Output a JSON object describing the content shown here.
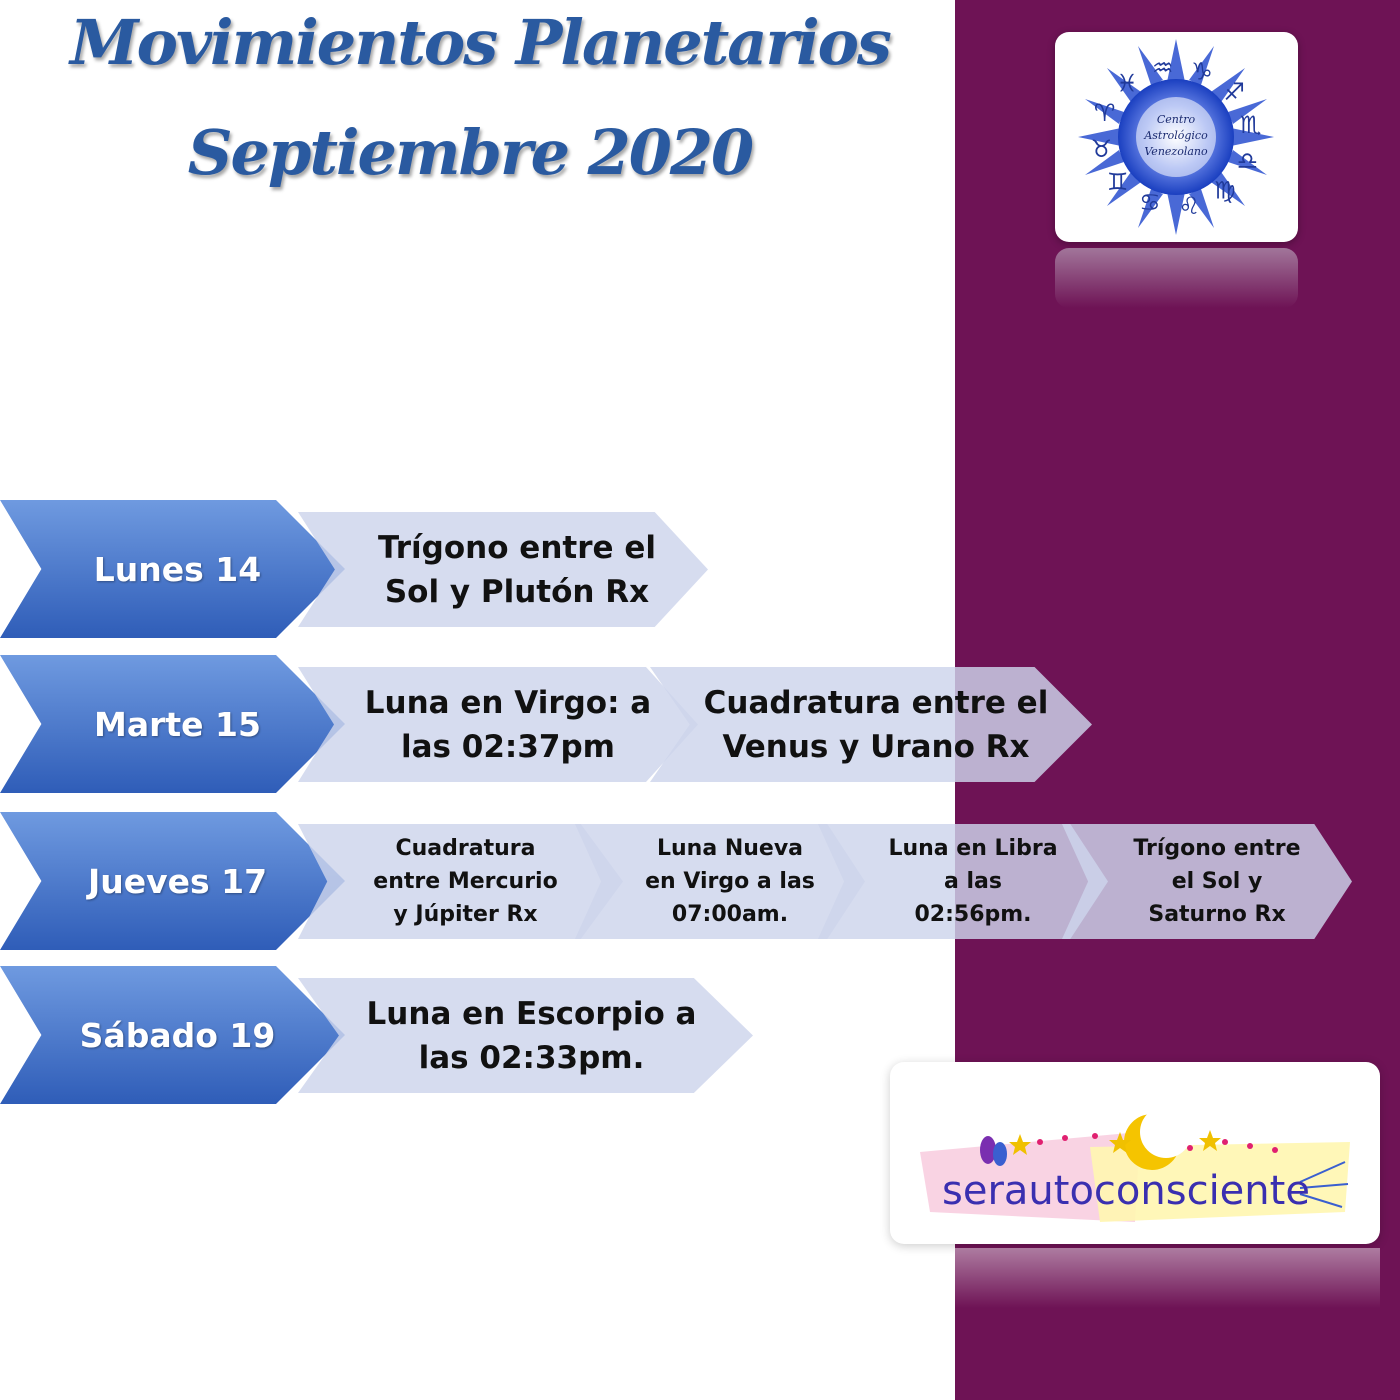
{
  "title": {
    "line1": "Movimientos Planetarios",
    "line2": "Septiembre 2020"
  },
  "colors": {
    "panel": "#6e1355",
    "day_chevron": "#2f5db8",
    "event_chevron": "#cdd4ec",
    "title": "#2a5aa0"
  },
  "logo": {
    "text_line1": "Centro",
    "text_line2": "Astrológico",
    "text_line3": "Venezolano",
    "zodiac_glyphs": [
      "♒",
      "♑",
      "♐",
      "♏",
      "♎",
      "♍",
      "♌",
      "♋",
      "♊",
      "♉",
      "♈",
      "♓"
    ]
  },
  "brand": {
    "text": "serautoconsciente",
    "icons": [
      "butterfly-icon",
      "moon-icon",
      "star-icon"
    ]
  },
  "schedule": [
    {
      "day": "Lunes  14",
      "events": [
        {
          "line1": "Trígono entre el",
          "line2": "Sol y Plutón Rx"
        }
      ]
    },
    {
      "day": "Marte 15",
      "events": [
        {
          "line1": "Luna en Virgo: a",
          "line2": "las 02:37pm"
        },
        {
          "line1": "Cuadratura entre el",
          "line2": "Venus y Urano Rx"
        }
      ]
    },
    {
      "day": "Jueves 17",
      "events": [
        {
          "line1": "Cuadratura",
          "line2": "entre Mercurio",
          "line3": "y Júpiter Rx"
        },
        {
          "line1": "Luna Nueva",
          "line2": "en Virgo a las",
          "line3": "07:00am."
        },
        {
          "line1": "Luna en Libra",
          "line2": "a las",
          "line3": "02:56pm."
        },
        {
          "line1": "Trígono entre",
          "line2": "el Sol y",
          "line3": "Saturno Rx"
        }
      ]
    },
    {
      "day": "Sábado  19",
      "events": [
        {
          "line1": "Luna en Escorpio a",
          "line2": "las 02:33pm."
        }
      ]
    }
  ]
}
